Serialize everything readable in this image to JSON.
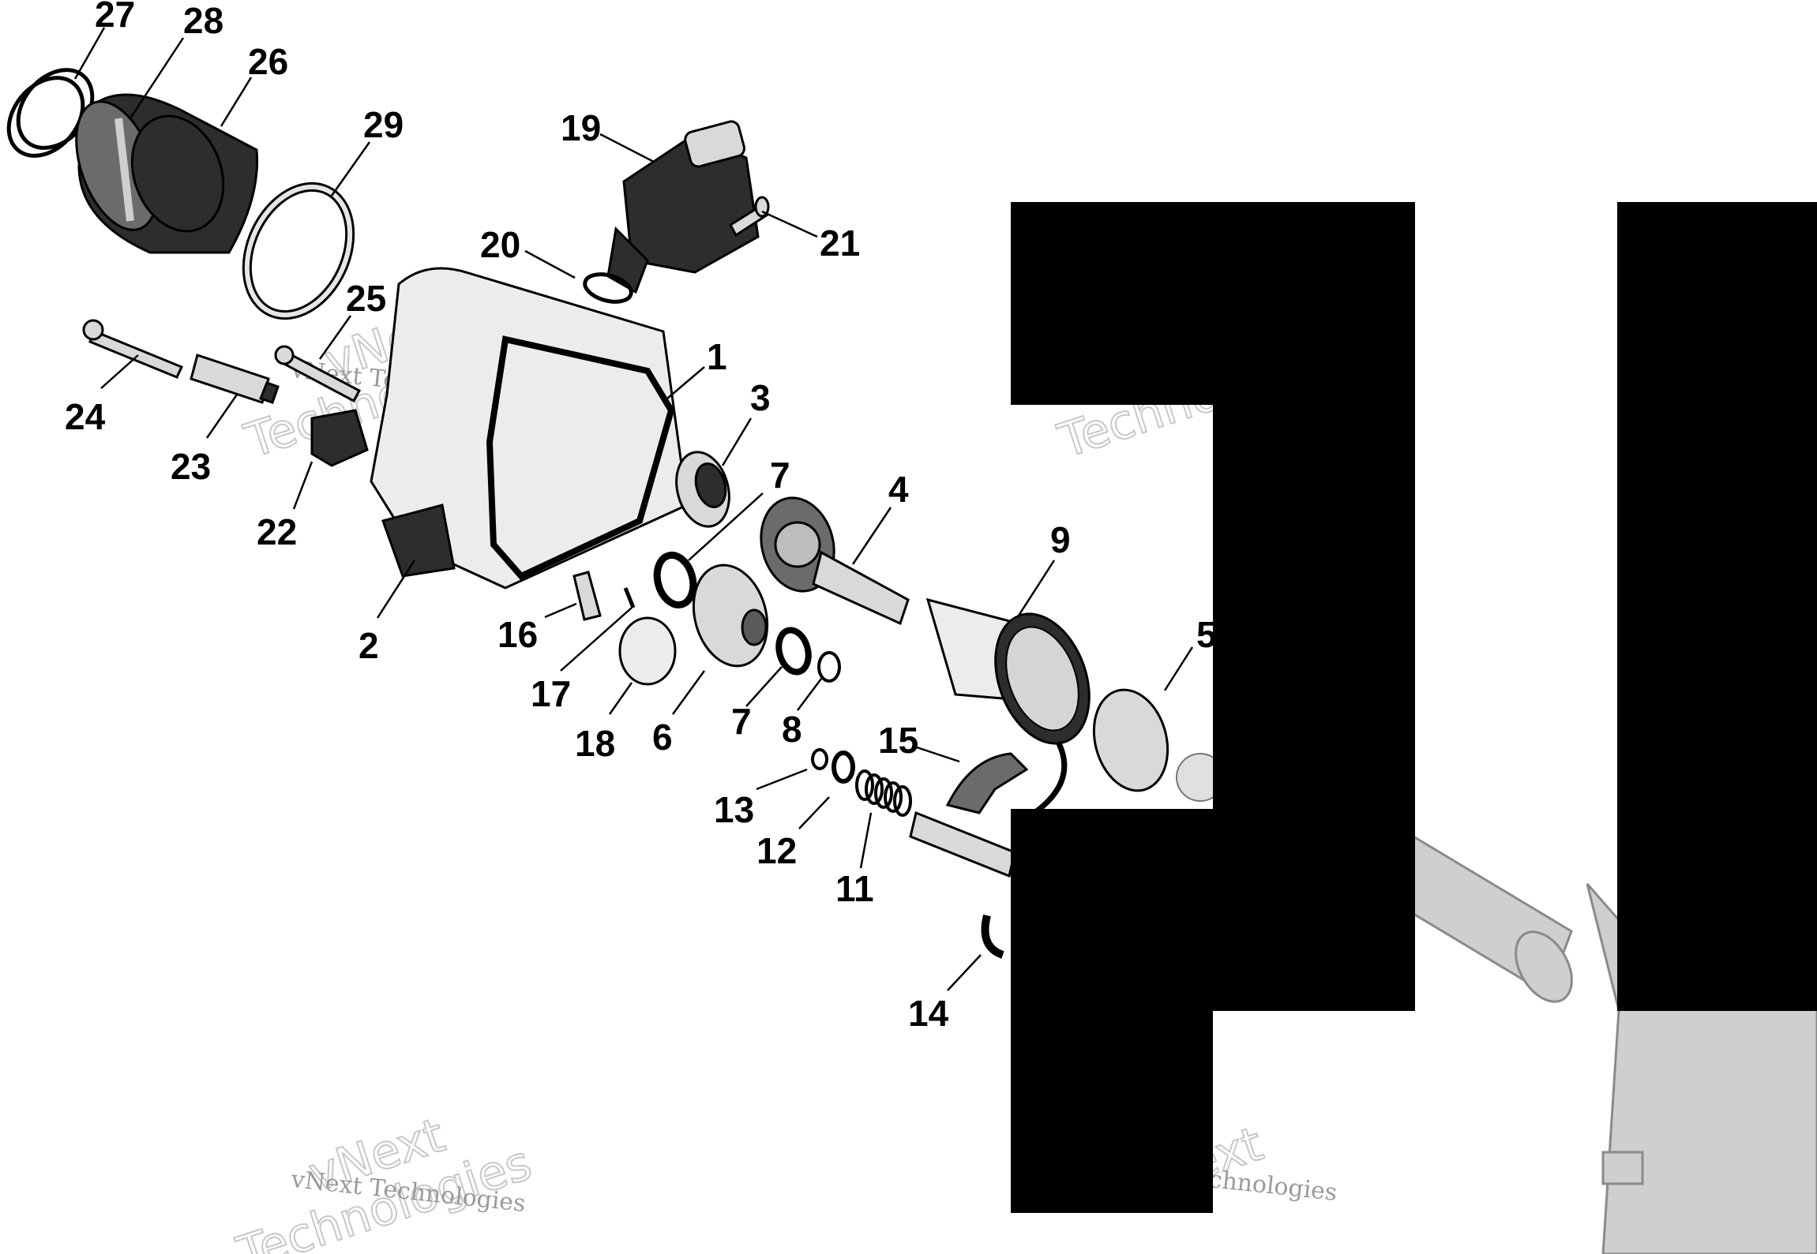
{
  "diagram": {
    "callouts": [
      "27",
      "28",
      "26",
      "29",
      "19",
      "20",
      "21",
      "25",
      "1",
      "24",
      "23",
      "3",
      "22",
      "7",
      "4",
      "9",
      "2",
      "16",
      "5",
      "17",
      "18",
      "6",
      "7",
      "8",
      "15",
      "13",
      "12",
      "11",
      "14"
    ],
    "watermark": {
      "text_small": "vNext Technologies",
      "text_big_1": "vNext",
      "text_big_2": "Technologies",
      "text_partial_1": "Techno",
      "text_partial_2": "Next",
      "text_partial_3": "chnologies"
    }
  },
  "colors": {
    "redaction": "#000000",
    "parts_dark": "#2d2d2d",
    "parts_light": "#d9d9d9",
    "background_parts": "#cfcfcf"
  }
}
